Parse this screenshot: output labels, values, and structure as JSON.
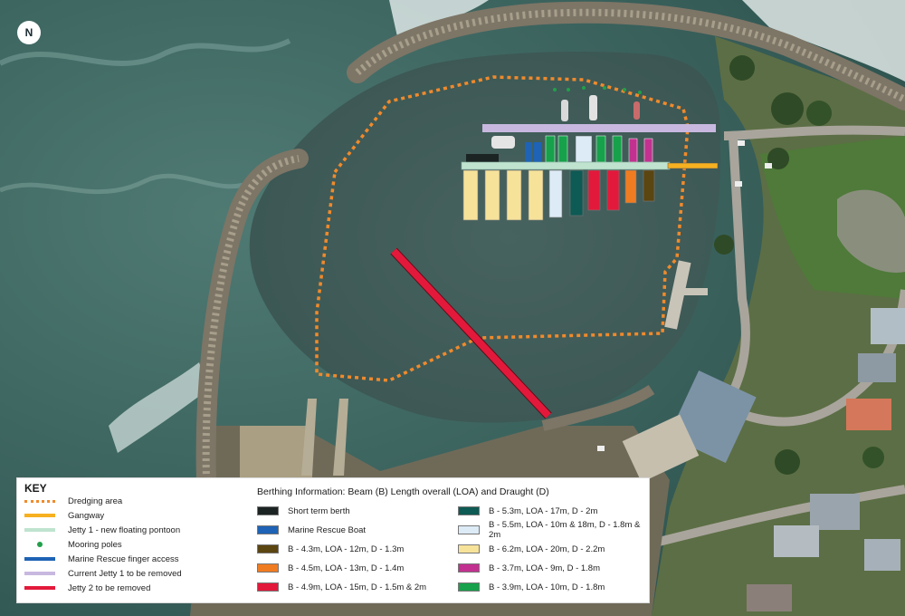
{
  "north_label": "N",
  "key": {
    "title": "KEY",
    "items": [
      {
        "label": "Dredging area",
        "style": "dash",
        "color": "#f08a2c"
      },
      {
        "label": "Gangway",
        "style": "line",
        "color": "#f6b020"
      },
      {
        "label": "Jetty 1 - new floating pontoon",
        "style": "line",
        "color": "#bfe3cf"
      },
      {
        "label": "Mooring poles",
        "style": "dot",
        "color": "#21a04a"
      },
      {
        "label": "Marine Rescue finger access",
        "style": "line",
        "color": "#1e63b5"
      },
      {
        "label": "Current Jetty 1 to be removed",
        "style": "line",
        "color": "#c8b8e0"
      },
      {
        "label": "Jetty 2 to be removed",
        "style": "line",
        "color": "#e3193b"
      }
    ]
  },
  "berthing": {
    "title": "Berthing Information: Beam (B) Length overall (LOA) and Draught (D)",
    "left": [
      {
        "label": "Short term berth",
        "color": "#1b2423"
      },
      {
        "label": "Marine Rescue Boat",
        "color": "#1e63b5"
      },
      {
        "label": "B - 4.3m, LOA - 12m, D - 1.3m",
        "color": "#5b4511"
      },
      {
        "label": "B - 4.5m, LOA - 13m, D - 1.4m",
        "color": "#f07c22"
      },
      {
        "label": "B - 4.9m, LOA - 15m, D - 1.5m & 2m",
        "color": "#e3193b"
      }
    ],
    "right": [
      {
        "label": "B - 5.3m, LOA - 17m, D - 2m",
        "color": "#0e5a54"
      },
      {
        "label": "B - 5.5m, LOA - 10m & 18m, D - 1.8m & 2m",
        "color": "#dcebf6"
      },
      {
        "label": "B - 6.2m, LOA - 20m, D - 2.2m",
        "color": "#f7e29a"
      },
      {
        "label": "B - 3.7m, LOA - 9m, D - 1.8m",
        "color": "#c2318f"
      },
      {
        "label": "B - 3.9m, LOA - 10m, D - 1.8m",
        "color": "#16a14a"
      }
    ]
  }
}
